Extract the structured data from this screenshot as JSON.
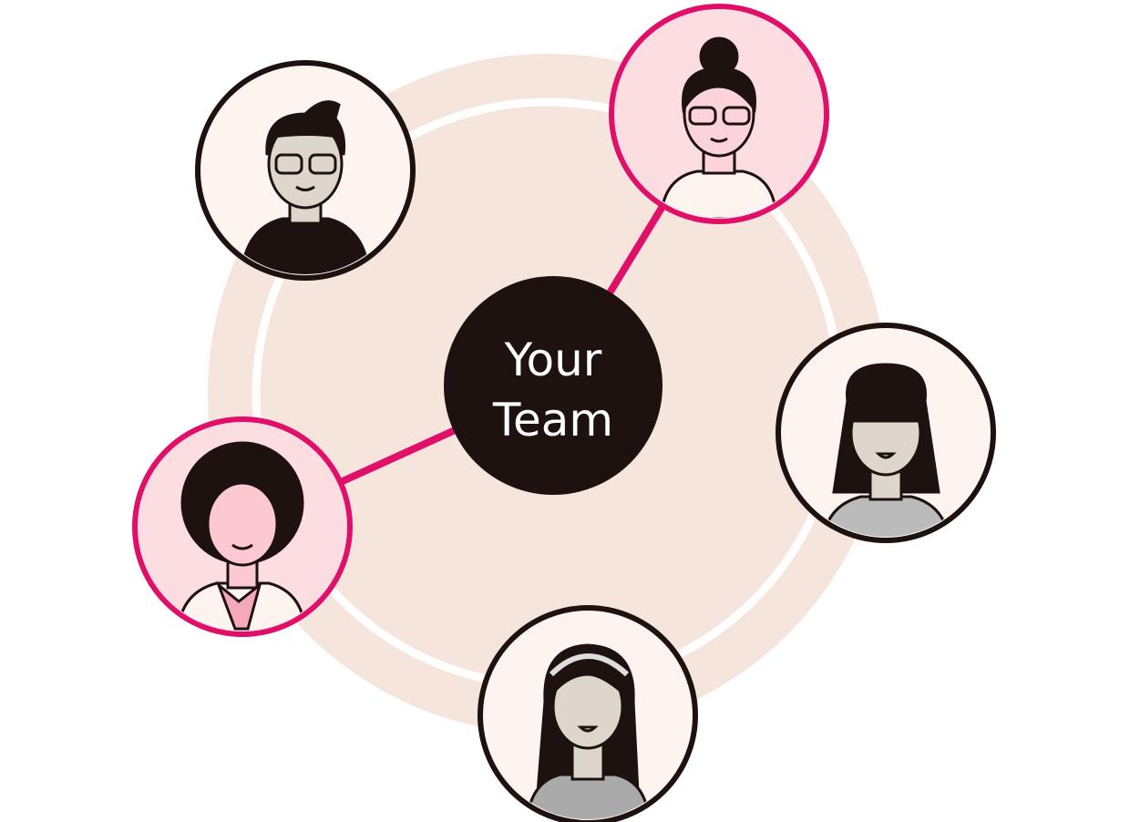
{
  "center": {
    "line1": "Your",
    "line2": "Team"
  },
  "colors": {
    "accent": "#e0106a",
    "dark": "#1e1210",
    "backdrop": "#f5e5dc",
    "avatar_bg_light": "#fdf4ef",
    "avatar_bg_pink": "#fcdde2"
  },
  "members": [
    {
      "id": "man-glasses",
      "connected": false
    },
    {
      "id": "woman-bun-glasses",
      "connected": true
    },
    {
      "id": "woman-bangs",
      "connected": false
    },
    {
      "id": "woman-curly",
      "connected": true
    },
    {
      "id": "woman-headband",
      "connected": false
    }
  ]
}
